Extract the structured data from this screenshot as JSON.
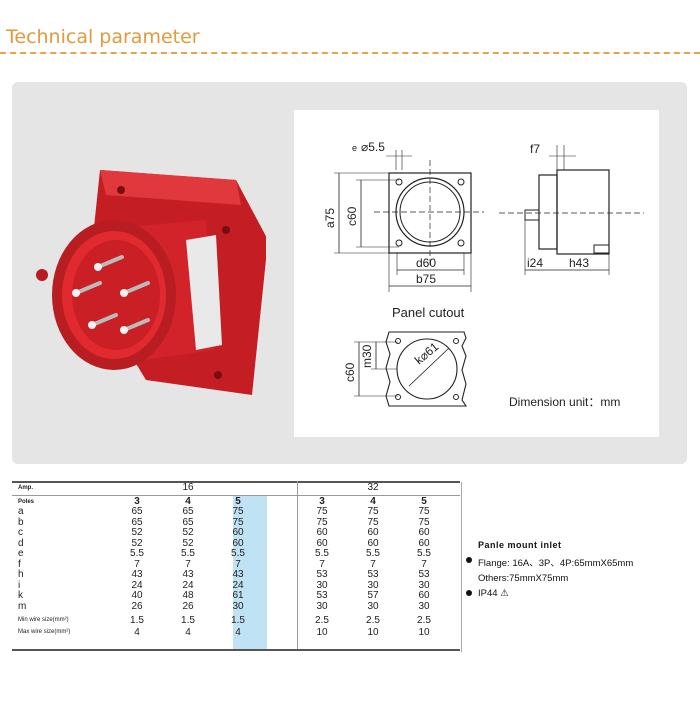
{
  "page_title": "Technical parameter",
  "drawing": {
    "top_labels": {
      "e": "e",
      "e_val": "⌀5.5",
      "f": "f7",
      "a": "a75",
      "c": "c60",
      "d": "d60",
      "b": "b75",
      "i": "i24",
      "h": "h43"
    },
    "cutout_title": "Panel cutout",
    "cutout_labels": {
      "c": "c60",
      "m": "m30",
      "k": "k⌀61"
    },
    "unit_label": "Dimension unit：mm"
  },
  "table": {
    "amp_label": "Amp.",
    "amp_16": "16",
    "amp_32": "32",
    "poles_label": "Poles",
    "poles": [
      "3",
      "4",
      "5",
      "3",
      "4",
      "5"
    ],
    "rows": [
      {
        "label": "a",
        "values": [
          "65",
          "65",
          "75",
          "75",
          "75",
          "75"
        ]
      },
      {
        "label": "b",
        "values": [
          "65",
          "65",
          "75",
          "75",
          "75",
          "75"
        ]
      },
      {
        "label": "c",
        "values": [
          "52",
          "52",
          "60",
          "60",
          "60",
          "60"
        ]
      },
      {
        "label": "d",
        "values": [
          "52",
          "52",
          "60",
          "60",
          "60",
          "60"
        ]
      },
      {
        "label": "e",
        "values": [
          "5.5",
          "5.5",
          "5.5",
          "5.5",
          "5.5",
          "5.5"
        ]
      },
      {
        "label": "f",
        "values": [
          "7",
          "7",
          "7",
          "7",
          "7",
          "7"
        ]
      },
      {
        "label": "h",
        "values": [
          "43",
          "43",
          "43",
          "53",
          "53",
          "53"
        ]
      },
      {
        "label": "i",
        "values": [
          "24",
          "24",
          "24",
          "30",
          "30",
          "30"
        ]
      },
      {
        "label": "k",
        "values": [
          "40",
          "48",
          "61",
          "53",
          "57",
          "60"
        ]
      },
      {
        "label": "m",
        "values": [
          "26",
          "26",
          "30",
          "30",
          "30",
          "30"
        ]
      },
      {
        "label": "Min wire size(mm²)",
        "values": [
          "1.5",
          "1.5",
          "1.5",
          "2.5",
          "2.5",
          "2.5"
        ]
      },
      {
        "label": "Max wire size(mm²)",
        "values": [
          "4",
          "4",
          "4",
          "10",
          "10",
          "10"
        ]
      }
    ]
  },
  "side": {
    "heading": "Panle mount inlet",
    "line1": "Flange: 16A、3P、4P:65mmX65mm",
    "line2": "Others:75mmX75mm",
    "line3": "IP44"
  },
  "colors": {
    "title": "#e39a3b",
    "highlight": "#bfe2f4",
    "product_red": "#d3232a"
  }
}
